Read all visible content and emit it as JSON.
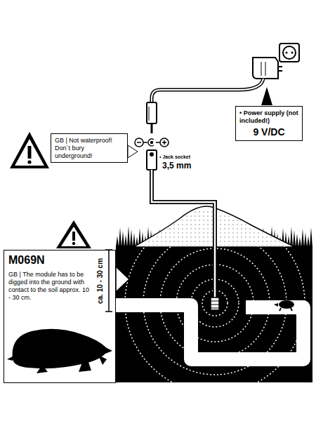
{
  "diagram": {
    "nodes": [
      {
        "text": [
          "• Power supply (not included!)",
          "9 V/DC"
        ]
      },
      {
        "text": [
          "GB | Not waterproof! Don´t bury underground!"
        ]
      },
      {
        "text": [
          "M069N",
          "GB | The module has to be digged into the ground with contact to the soil approx. 10 - 30 cm."
        ]
      }
    ],
    "labels": [
      "• Jack socket",
      "3,5 mm",
      "ca. 10 - 30 cm"
    ]
  }
}
